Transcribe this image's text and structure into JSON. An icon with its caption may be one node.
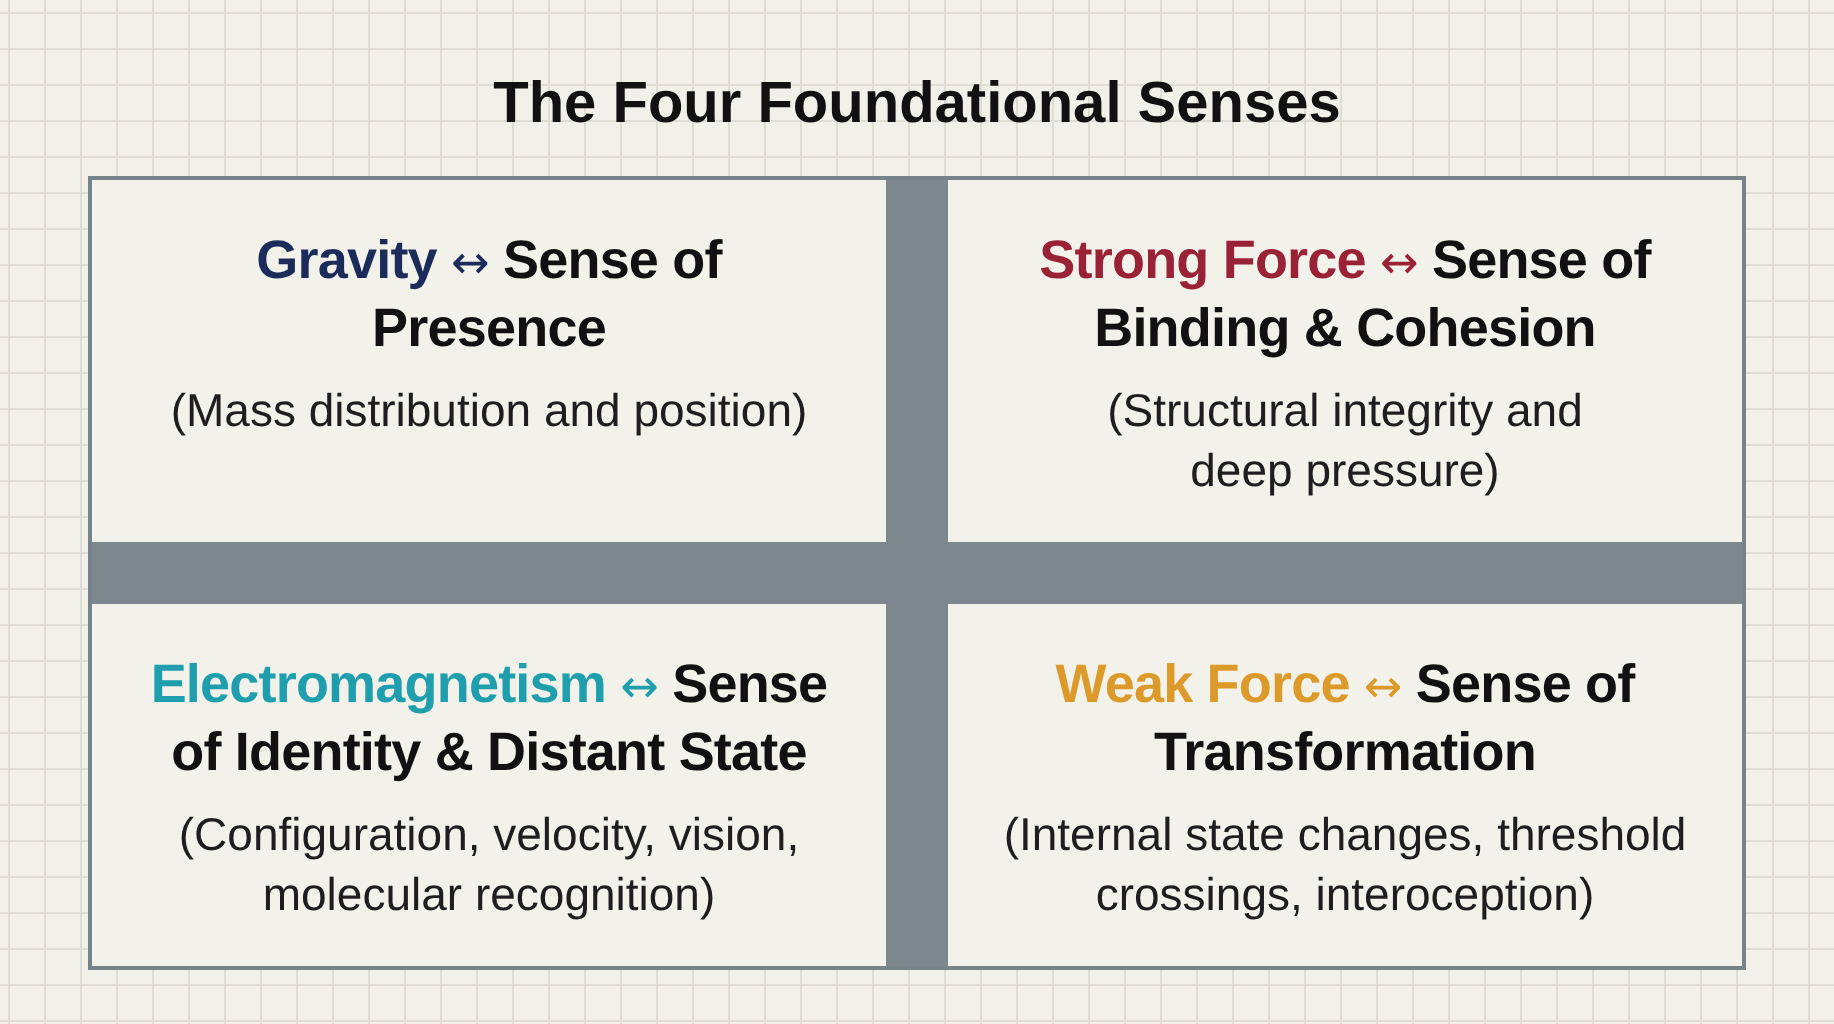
{
  "diagram": {
    "title": "The Four Foundational Senses",
    "nodes": [
      {
        "text": [
          "Gravity",
          "↔",
          "Sense of Presence",
          "(Mass distribution and position)"
        ]
      },
      {
        "text": [
          "Strong Force",
          "↔",
          "Sense of Binding & Cohesion",
          "(Structural integrity and deep pressure)"
        ]
      },
      {
        "text": [
          "Electromagnetism",
          "↔",
          "Sense of Identity & Distant State",
          "(Configuration, velocity, vision, molecular recognition)"
        ]
      },
      {
        "text": [
          "Weak Force",
          "↔",
          "Sense of Transformation",
          "(Internal state changes, threshold crossings, interoception)"
        ]
      }
    ]
  }
}
